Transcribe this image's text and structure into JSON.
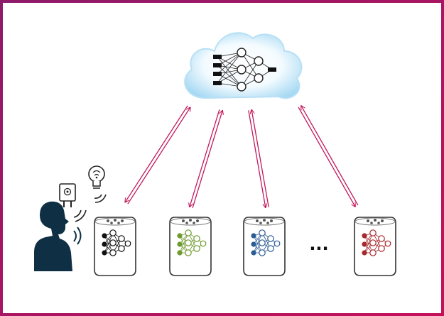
{
  "diagram": {
    "ellipsis": "...",
    "colors": {
      "border_left": "#8e1a6a",
      "border_right": "#c4105a",
      "arrow": "#c2185b",
      "cloud_fill": "#d6eef9",
      "cloud_edge": "#9fd3ef",
      "speaker_outline": "#333333",
      "person": "#0f2f45",
      "network_black": "#111111",
      "network_green": "#6e9a2e",
      "network_blue": "#2c5c96",
      "network_red": "#a8282c"
    },
    "icons": {
      "user": "person-speaking-icon",
      "bulb": "smart-bulb-icon",
      "plug": "smart-plug-icon",
      "wireless": "wireless-signal-icon",
      "cloud": "cloud-icon",
      "network": "neural-network-icon",
      "speaker": "smart-speaker-icon"
    },
    "devices": [
      {
        "name": "speaker-1",
        "network_color": "#111111"
      },
      {
        "name": "speaker-2",
        "network_color": "#6e9a2e"
      },
      {
        "name": "speaker-3",
        "network_color": "#2c5c96"
      },
      {
        "name": "speaker-4",
        "network_color": "#a8282c"
      }
    ]
  }
}
